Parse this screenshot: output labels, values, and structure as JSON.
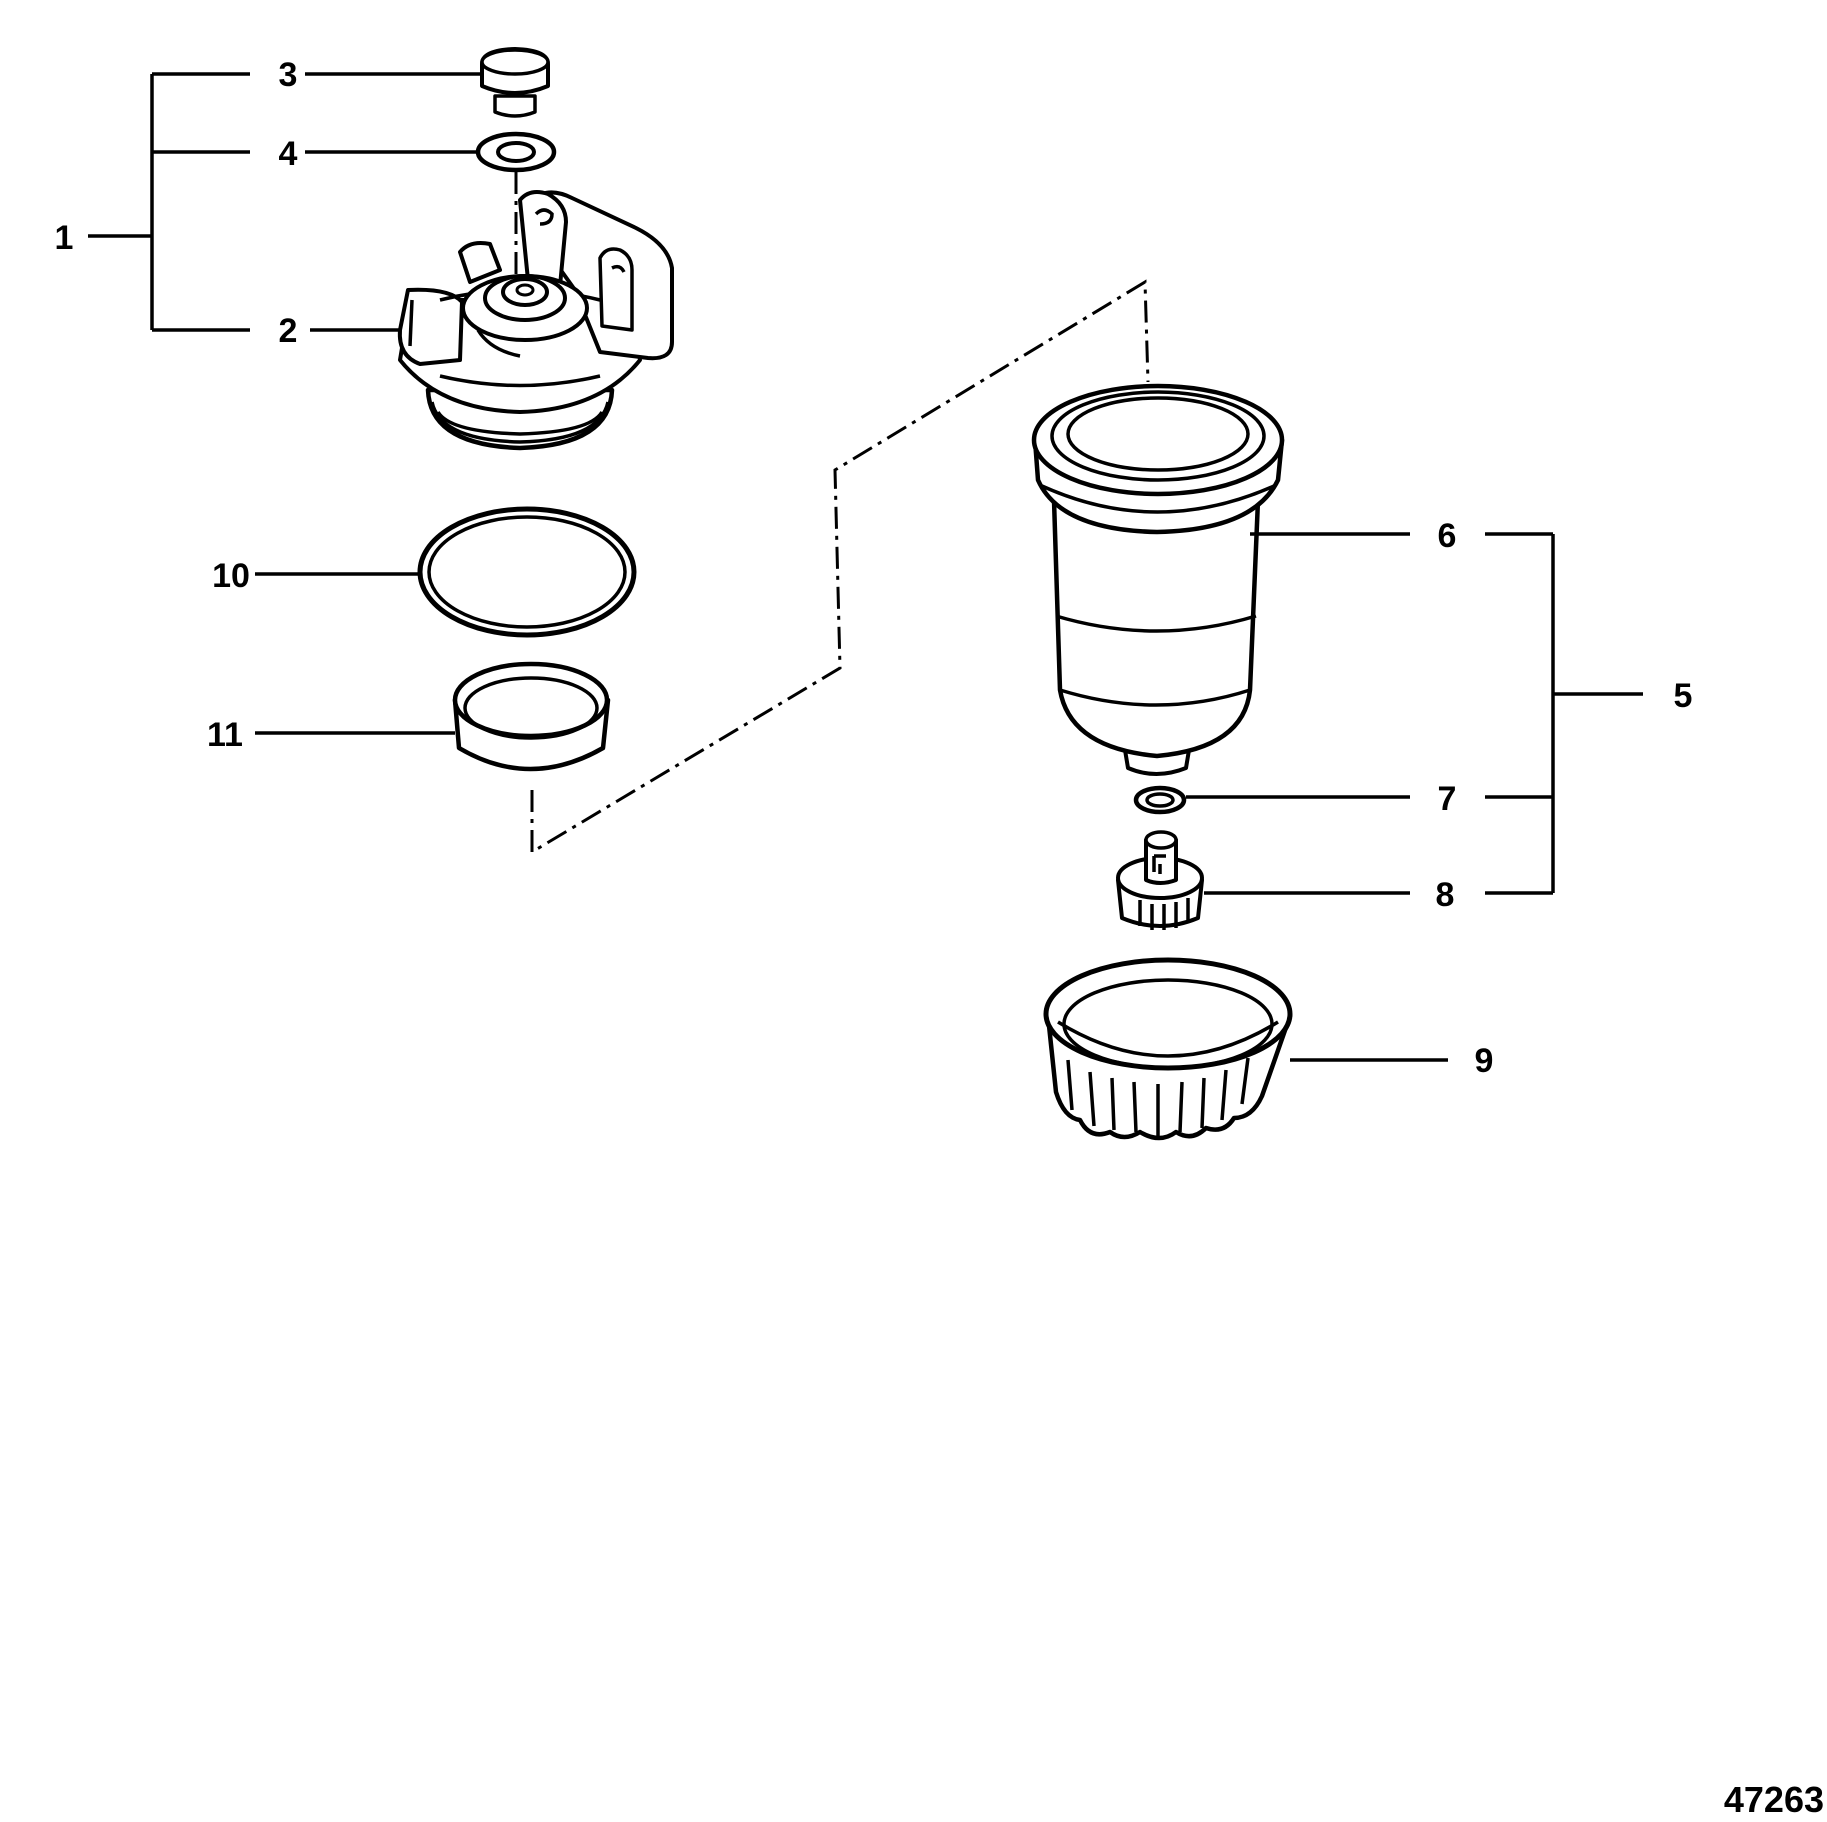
{
  "callouts": {
    "c1": "1",
    "c2": "2",
    "c3": "3",
    "c4": "4",
    "c5": "5",
    "c6": "6",
    "c7": "7",
    "c8": "8",
    "c9": "9",
    "c10": "10",
    "c11": "11"
  },
  "figure_number": "47263"
}
